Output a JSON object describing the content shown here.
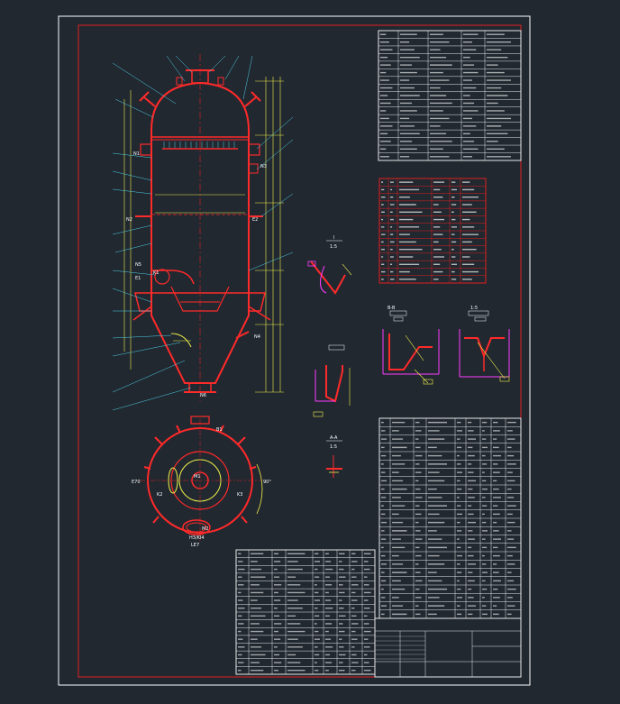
{
  "drawing": {
    "scale_labels": [
      "1:5",
      "1:5",
      "1:5"
    ],
    "section_labels": [
      "I",
      "A-A",
      "B-B"
    ],
    "nozzle_labels": [
      "N1",
      "N2",
      "N3",
      "N4",
      "N5",
      "N6",
      "M1",
      "M2",
      "K1",
      "K2",
      "K3",
      "B1",
      "E1",
      "E2"
    ],
    "plan_view": {
      "left_tag": "E70",
      "right_tag": "90°",
      "bottom_tags": [
        "H3/KI4",
        "LE7"
      ]
    }
  },
  "colors": {
    "background": "#212830",
    "frame": "#ffffff",
    "border": "#e02020",
    "vessel": "#ff2a2a",
    "dimension": "#f2f24a",
    "leader": "#4fd1e8",
    "detail": "#ff3cff",
    "text": "#ffffff"
  },
  "tables": {
    "nozzle_table_rows": 13,
    "parts_table_rows": 24,
    "bom_rows": 14
  }
}
